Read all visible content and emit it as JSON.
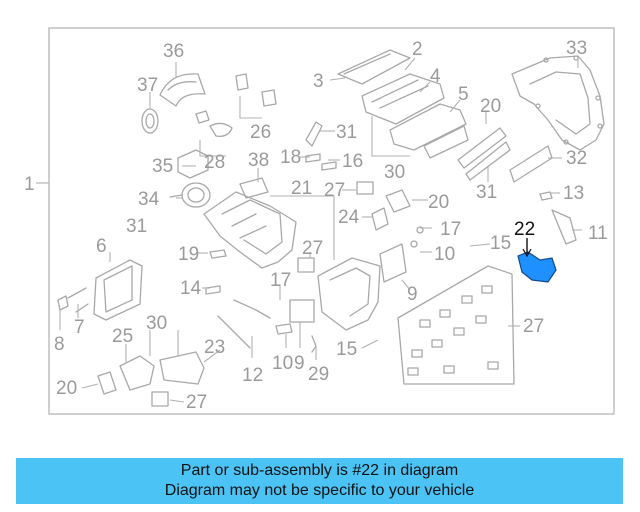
{
  "diagram": {
    "highlight_color": "#1e90ff",
    "frame_label": "1",
    "highlight_label": "22",
    "callouts": [
      "36",
      "37",
      "26",
      "2",
      "3",
      "4",
      "5",
      "20",
      "33",
      "31",
      "28",
      "35",
      "38",
      "18",
      "16",
      "30",
      "21",
      "27",
      "32",
      "13",
      "34",
      "24",
      "17",
      "20",
      "31",
      "22",
      "11",
      "19",
      "6",
      "15",
      "10",
      "27",
      "14",
      "17",
      "9",
      "7",
      "8",
      "25",
      "30",
      "23",
      "20",
      "27",
      "10",
      "9",
      "12",
      "29",
      "15",
      "27"
    ]
  },
  "banner": {
    "line1": "Part or sub-assembly is #22 in diagram",
    "line2": "Diagram may not be specific to your vehicle"
  }
}
